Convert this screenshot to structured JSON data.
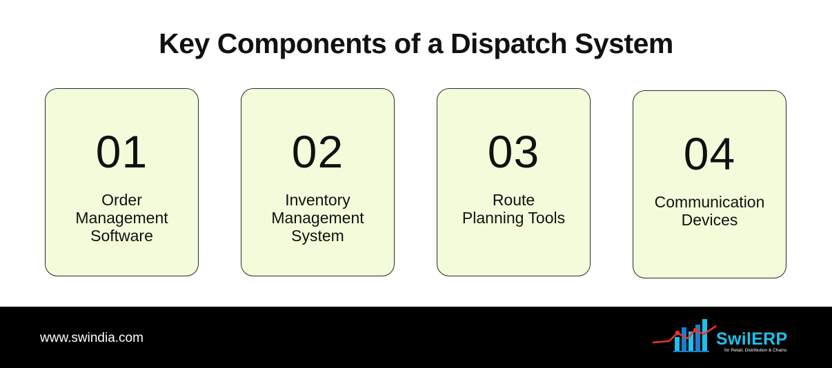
{
  "title": "Key Components of a Dispatch System",
  "cards": [
    {
      "number": "01",
      "label": "Order\nManagement\nSoftware"
    },
    {
      "number": "02",
      "label": "Inventory\nManagement\nSystem"
    },
    {
      "number": "03",
      "label": "Route\nPlanning Tools"
    },
    {
      "number": "04",
      "label": "Communication\nDevices"
    }
  ],
  "footer": {
    "website": "www.swindia.com",
    "logo_name": "SwilERP",
    "logo_tagline": "for Retail, Distribution & Chains",
    "logo_icon": "bar-chart-growth-icon"
  },
  "colors": {
    "card_background": "#f3fcda",
    "footer_background": "#000000",
    "logo_blue": "#1ec0ea",
    "logo_red": "#e8342b"
  }
}
